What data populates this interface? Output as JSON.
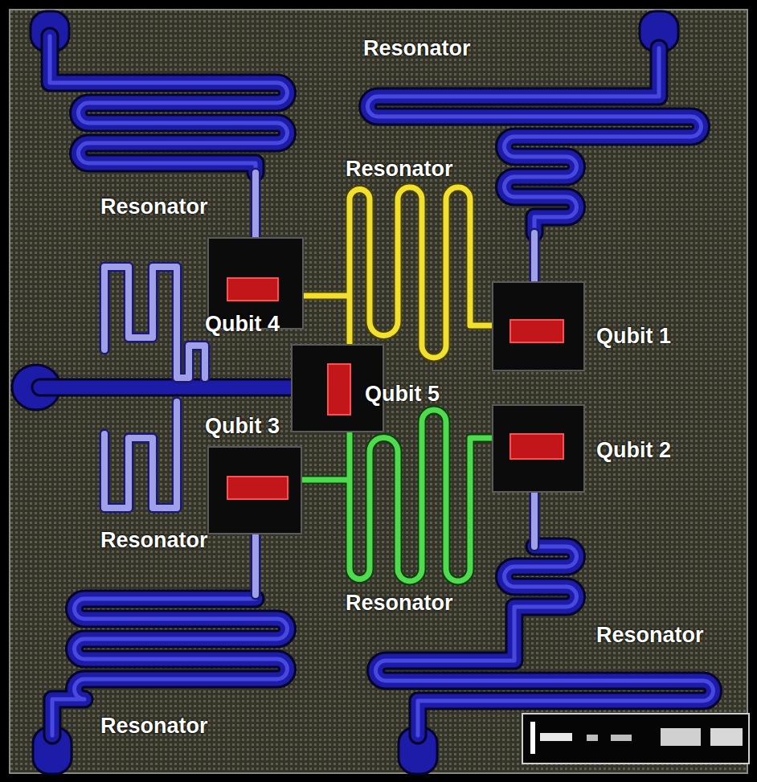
{
  "diagram": {
    "nodes": [
      {
        "text": [
          "Qubit 4"
        ]
      },
      {
        "text": [
          "Qubit 1"
        ]
      },
      {
        "text": [
          "Qubit 5"
        ]
      },
      {
        "text": [
          "Qubit 3"
        ]
      },
      {
        "text": [
          "Qubit 2"
        ]
      }
    ],
    "labels": [
      "Resonator",
      "Resonator",
      "Resonator",
      "Resonator",
      "Resonator",
      "Resonator",
      "Resonator"
    ]
  }
}
